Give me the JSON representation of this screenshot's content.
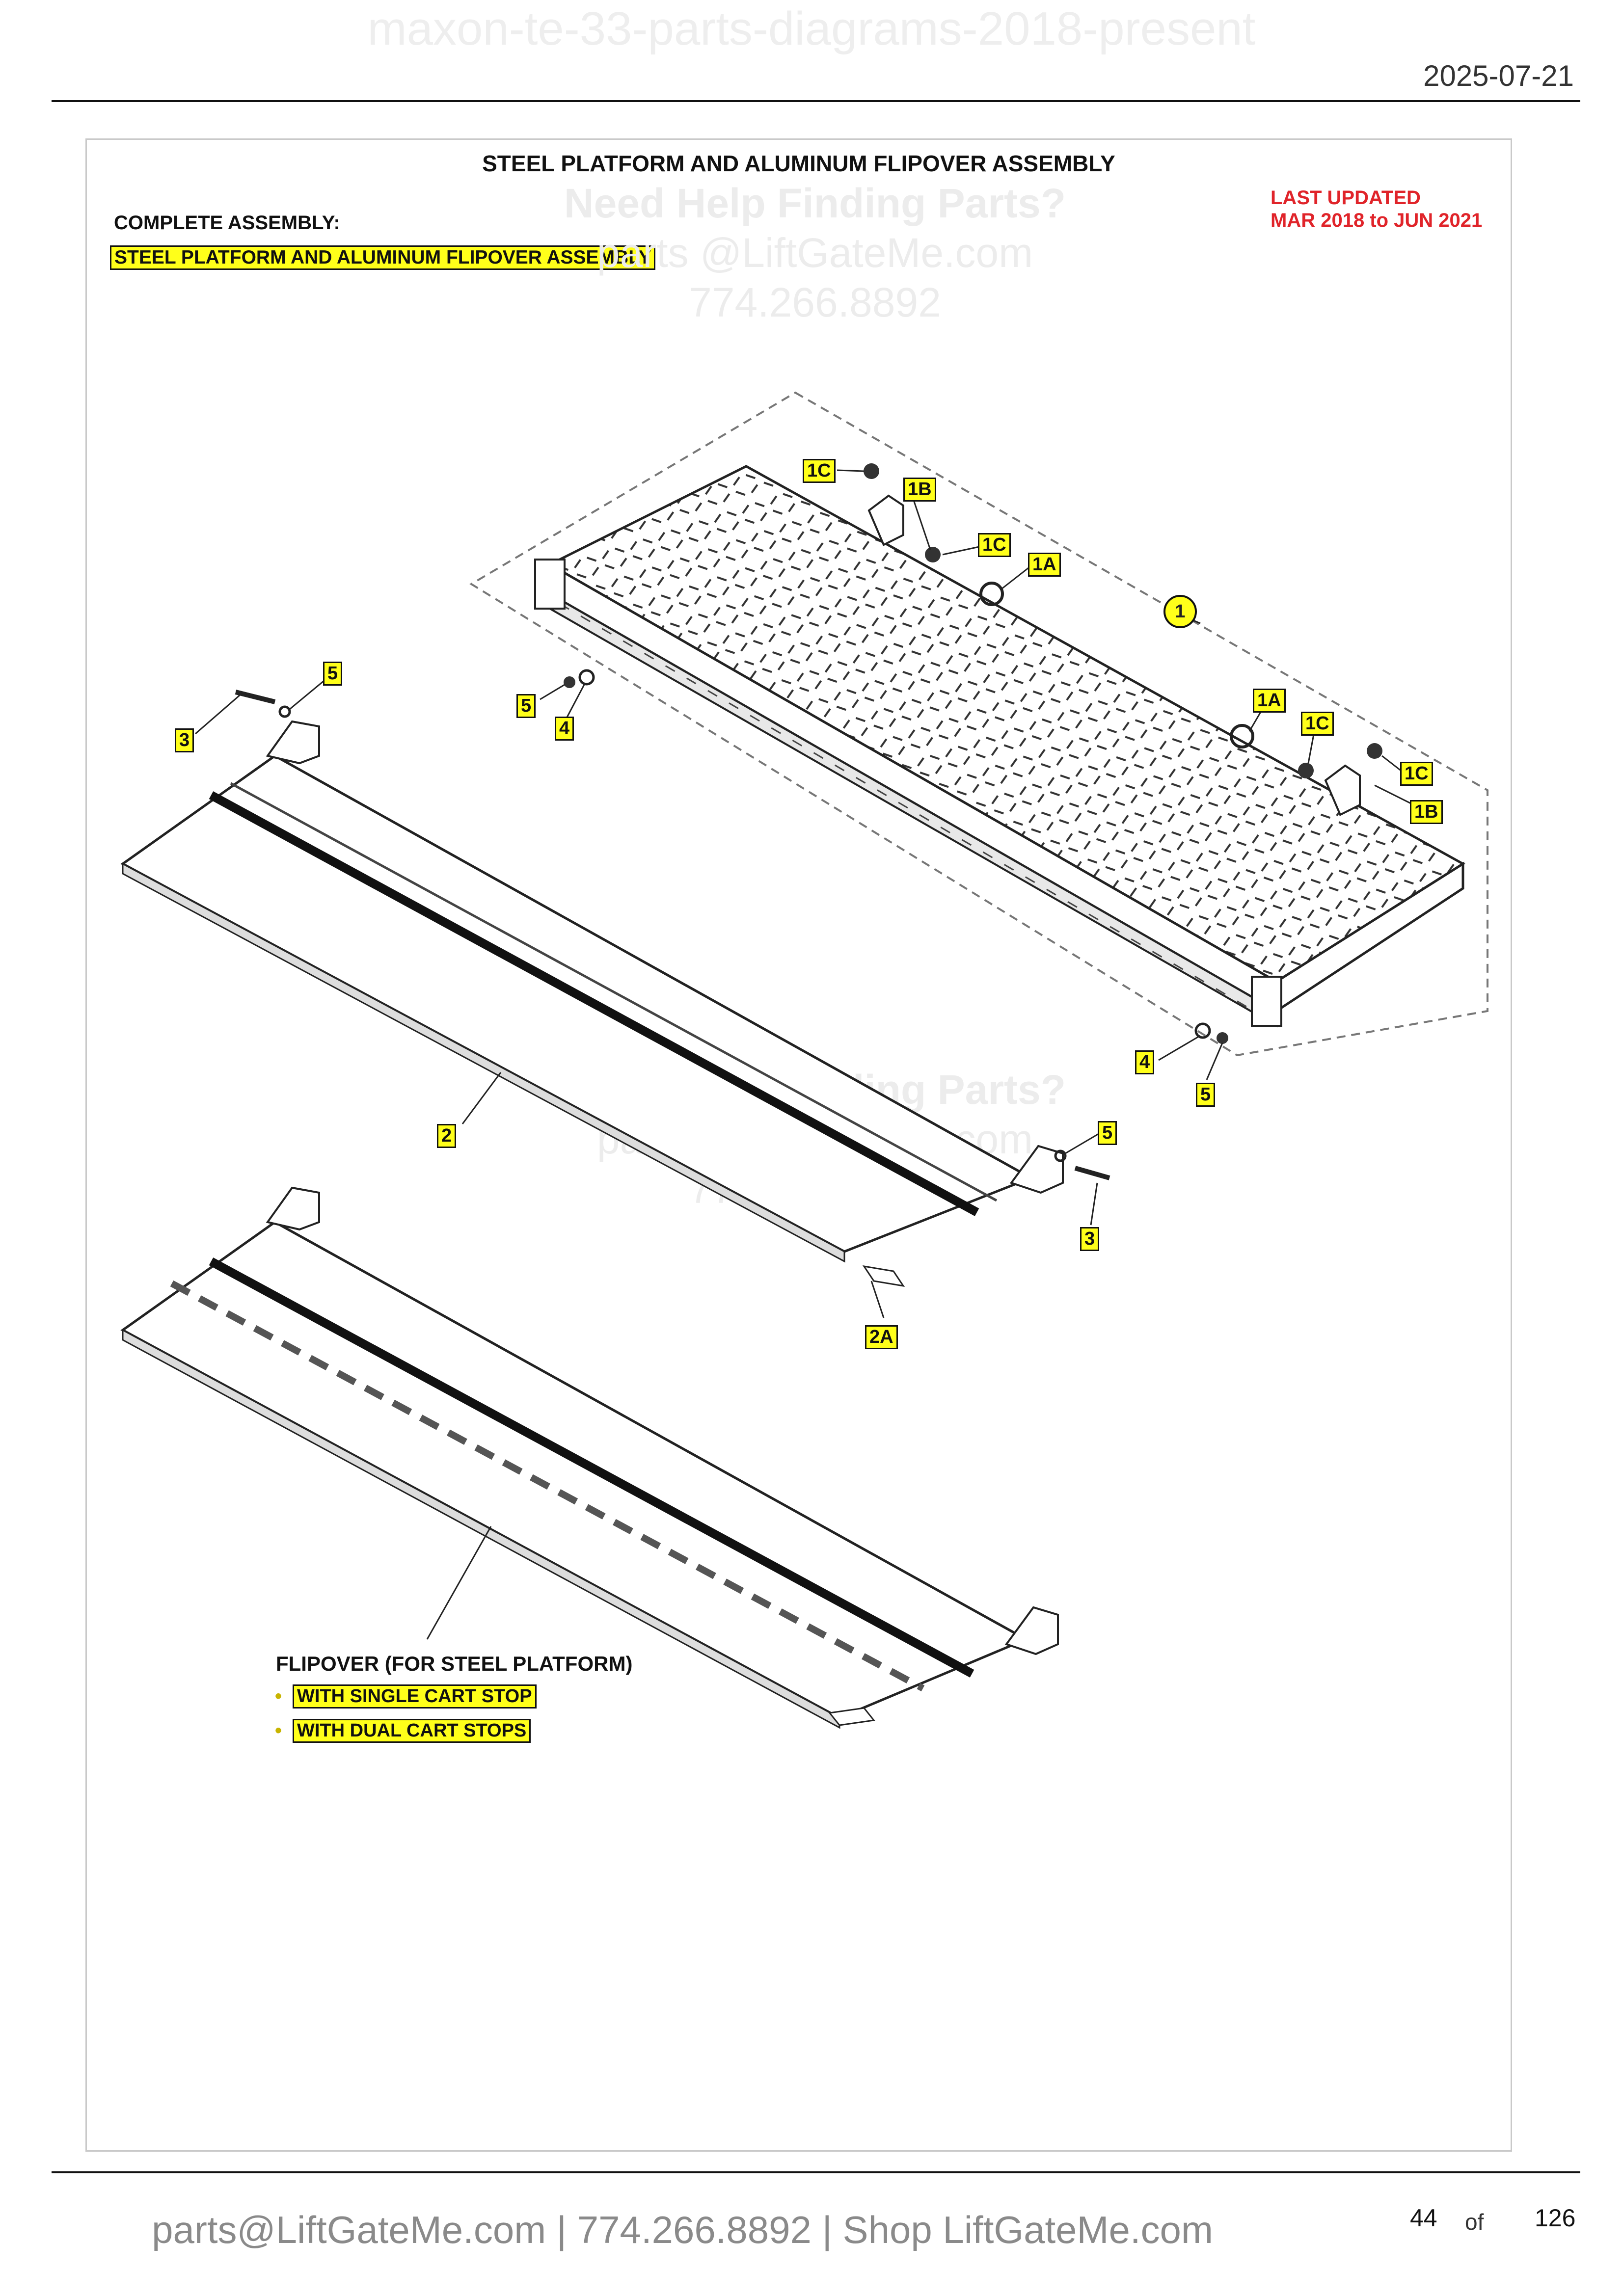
{
  "watermark_top": "maxon-te-33-parts-diagrams-2018-present",
  "date": "2025-07-21",
  "title": "STEEL PLATFORM AND ALUMINUM FLIPOVER ASSEMBLY",
  "complete_assembly_label": "COMPLETE ASSEMBLY:",
  "complete_assembly_name": "STEEL PLATFORM AND ALUMINUM FLIPOVER ASSEMBLY",
  "last_updated": {
    "line1": "LAST UPDATED",
    "line2": "MAR 2018 to JUN 2021"
  },
  "help_watermark": {
    "heading": "Need Help Finding Parts?",
    "email": "parts @LiftGateMe.com",
    "phone": "774.266.8892"
  },
  "callouts": {
    "item1": "1",
    "c1C_a": "1C",
    "c1B_a": "1B",
    "c1C_b": "1C",
    "c1A_a": "1A",
    "c1A_b": "1A",
    "c1C_c": "1C",
    "c1C_d": "1C",
    "c1B_b": "1B",
    "c5_a": "5",
    "c3_a": "3",
    "c5_b": "5",
    "c4_a": "4",
    "c4_b": "4",
    "c5_c": "5",
    "c2": "2",
    "c5_d": "5",
    "c3_b": "3",
    "c2A": "2A"
  },
  "flipover": {
    "title": "FLIPOVER (FOR STEEL PLATFORM)",
    "options": [
      {
        "bullet": "•",
        "label": "WITH SINGLE CART STOP"
      },
      {
        "bullet": "•",
        "label": "WITH DUAL CART STOPS"
      }
    ]
  },
  "footer": "parts@LiftGateMe.com | 774.266.8892 | Shop LiftGateMe.com",
  "pagination": {
    "current": "44",
    "of": "of",
    "total": "126"
  }
}
